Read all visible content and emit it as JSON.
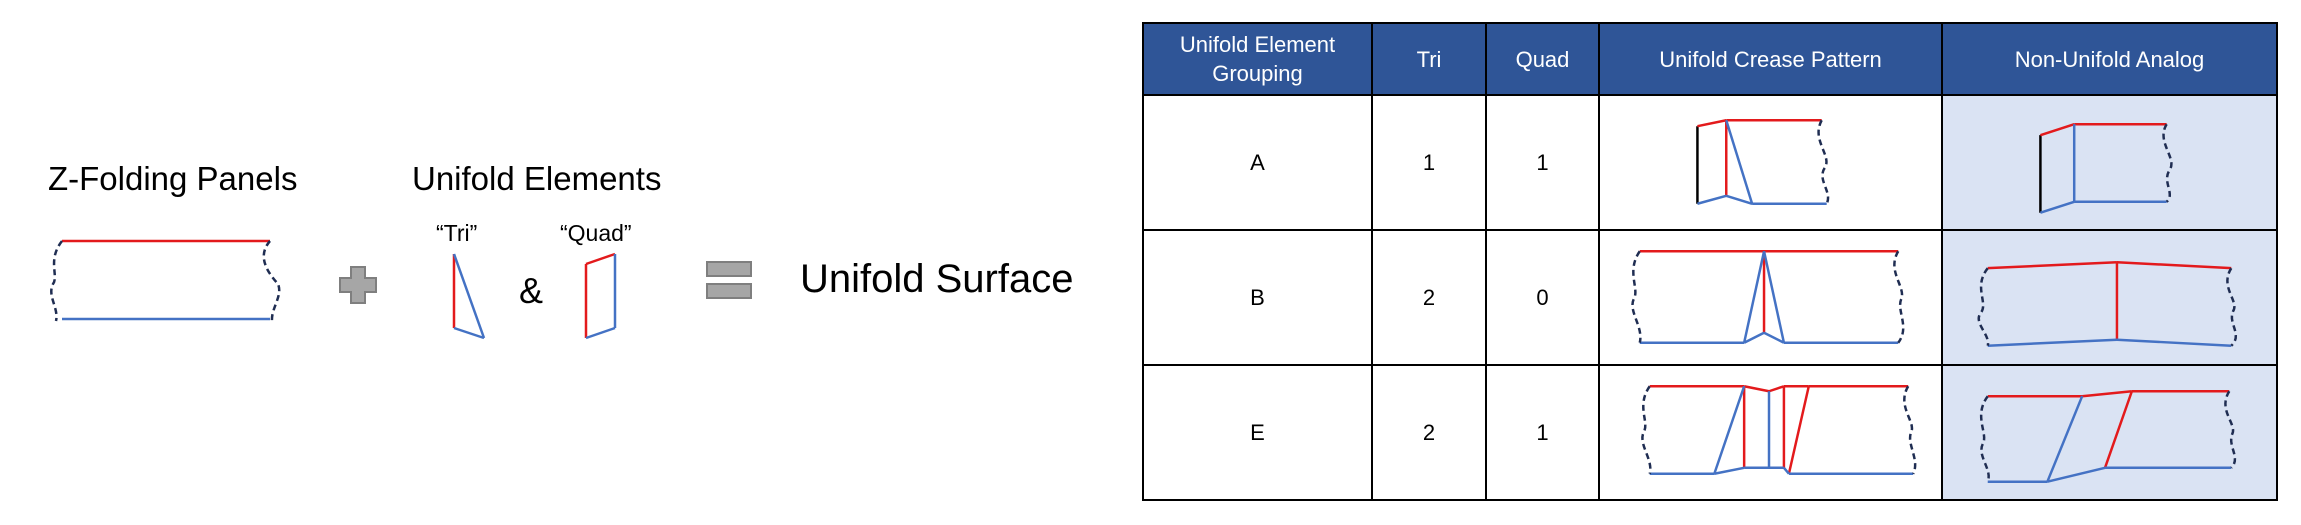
{
  "colors": {
    "red": "#e31a1c",
    "blue": "#4472c4",
    "dark": "#1f2d52",
    "header_bg": "#2f5597",
    "analog_bg": "#dae3f3",
    "operator_gray": "#a6a6a6"
  },
  "left": {
    "panels_label": "Z-Folding Panels",
    "elements_label": "Unifold Elements",
    "tri_label": "“Tri”",
    "quad_label": "“Quad”",
    "ampersand": "&",
    "result_label": "Unifold Surface",
    "plus_icon": "plus-icon",
    "equals_icon": "equals-icon"
  },
  "table": {
    "headers": [
      "Unifold Element Grouping",
      "Tri",
      "Quad",
      "Unifold Crease Pattern",
      "Non-Unifold Analog"
    ],
    "rows": [
      {
        "group": "A",
        "tri": "1",
        "quad": "1"
      },
      {
        "group": "B",
        "tri": "2",
        "quad": "0"
      },
      {
        "group": "E",
        "tri": "2",
        "quad": "1"
      }
    ]
  }
}
